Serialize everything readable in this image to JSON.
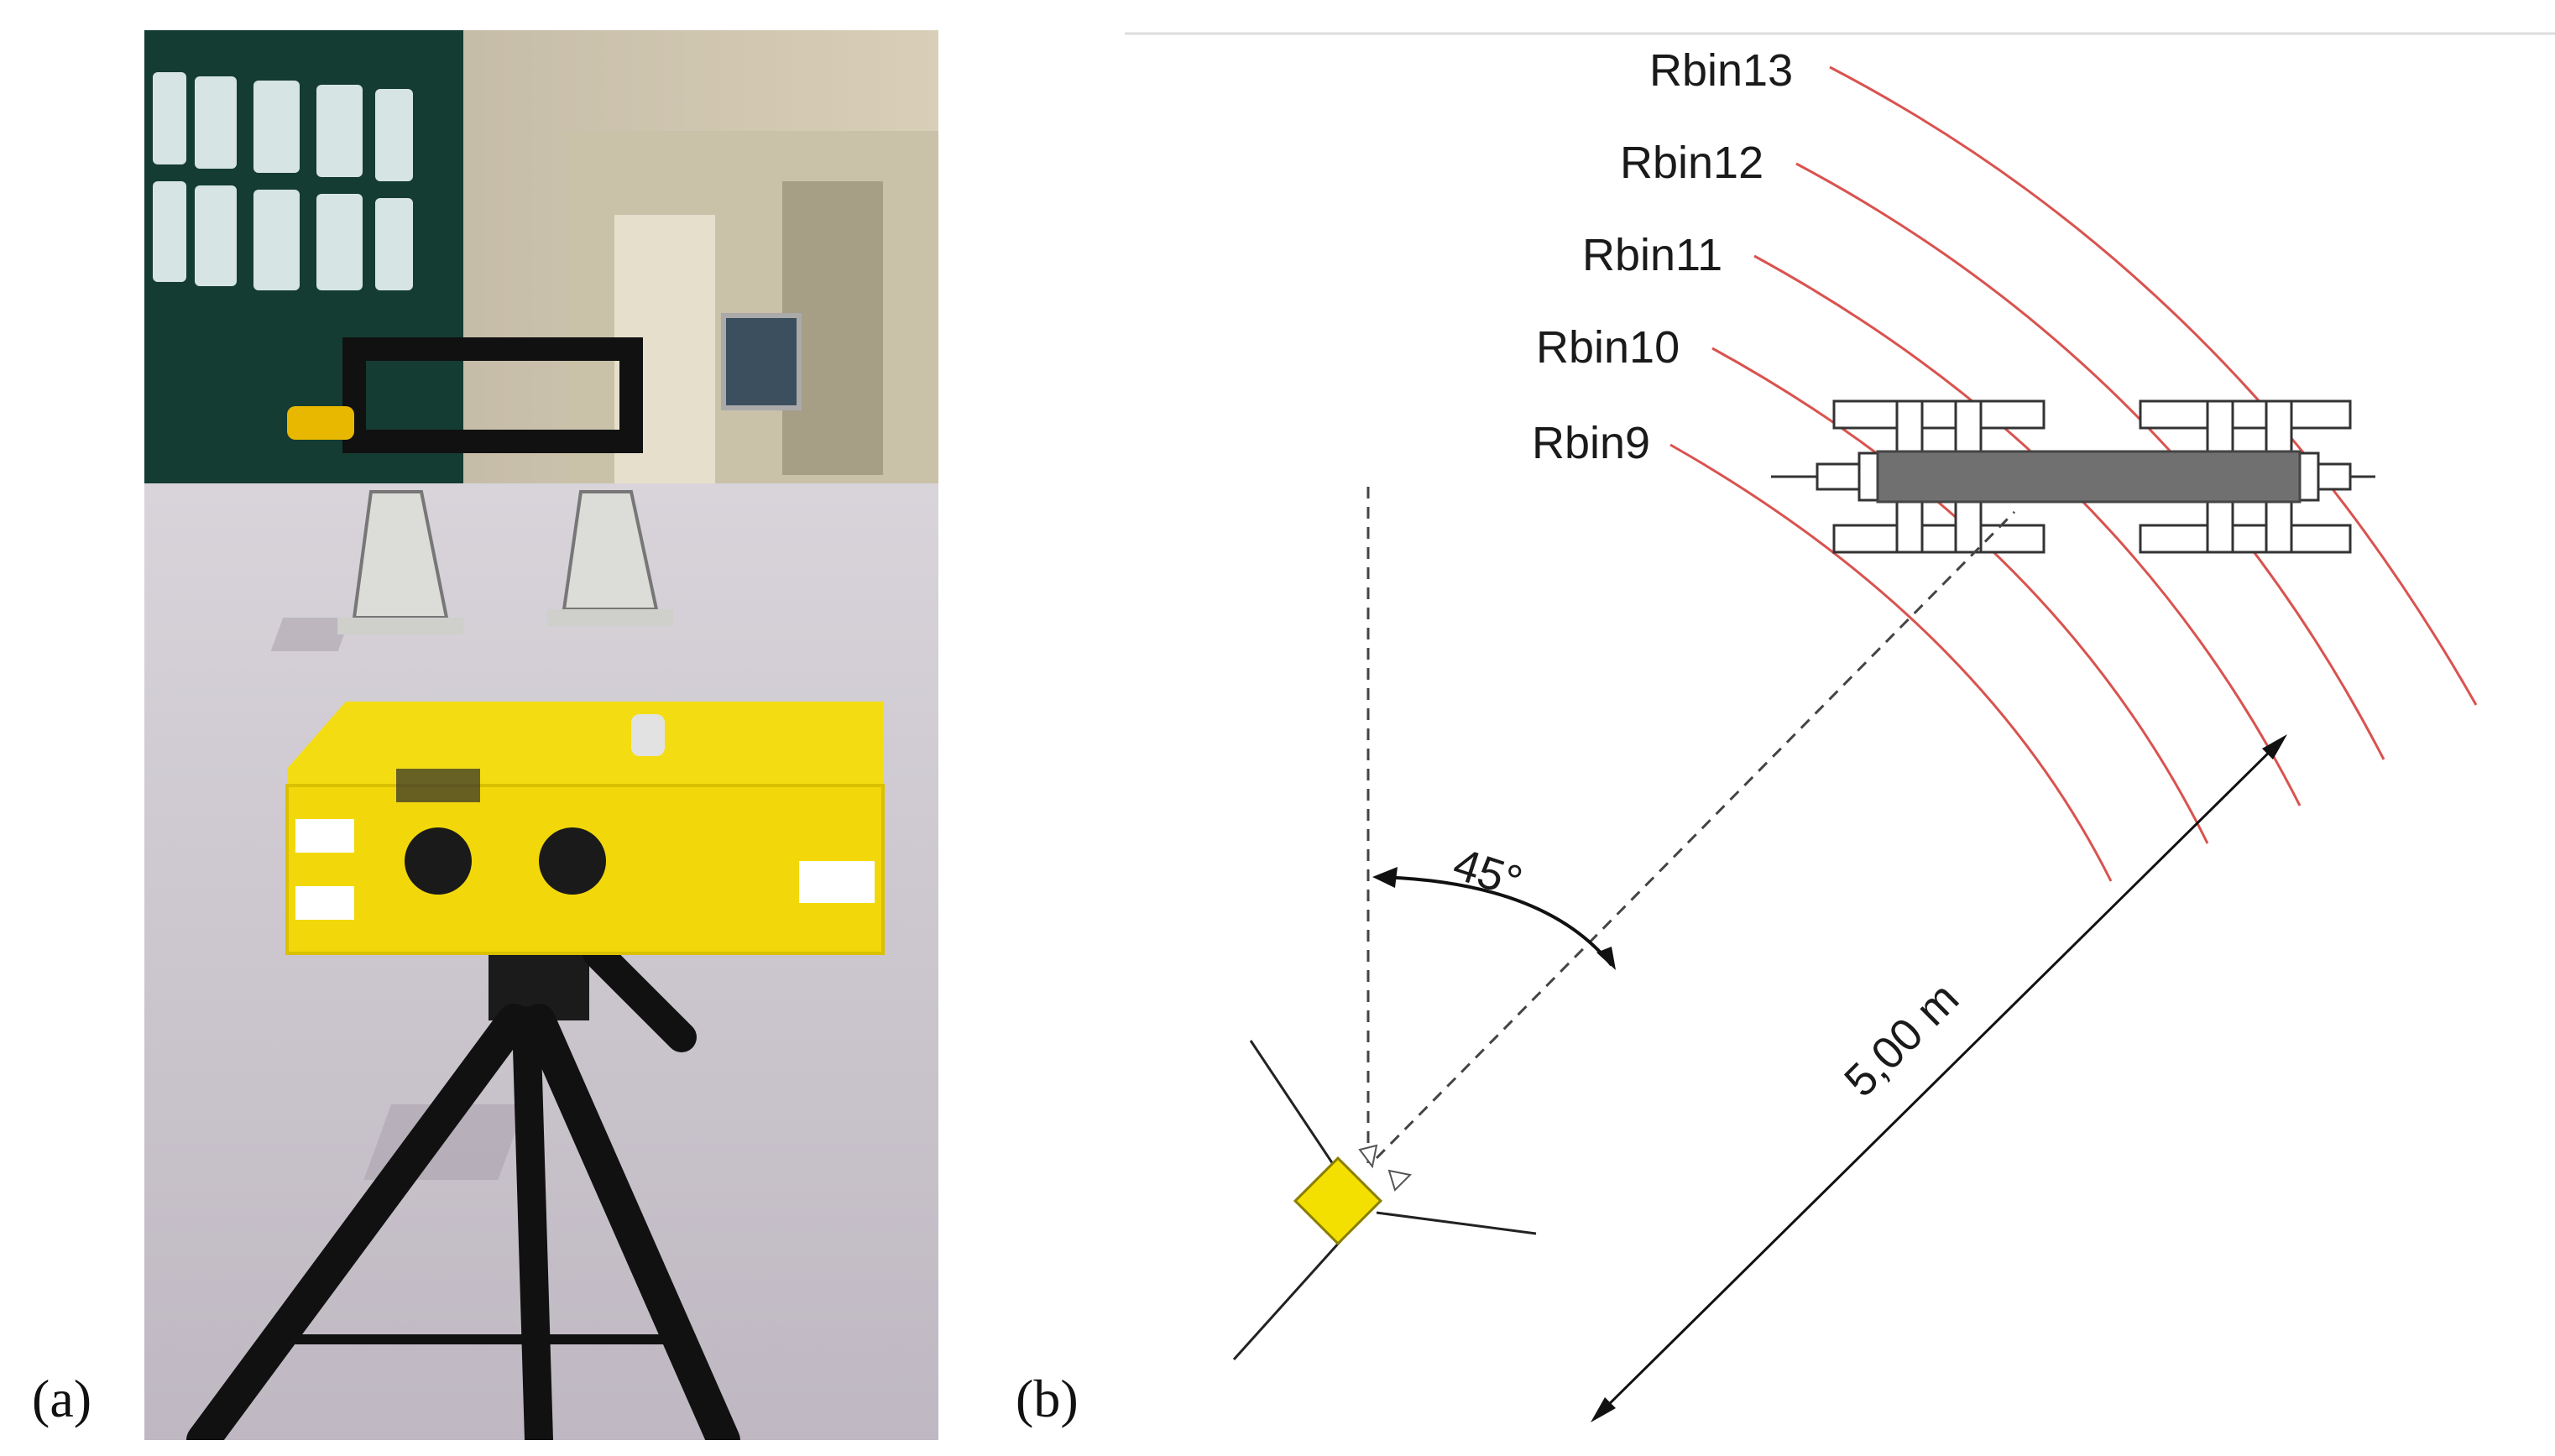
{
  "panels": {
    "a_label": "(a)",
    "b_label": "(b)"
  },
  "diagram": {
    "range_bins": [
      "Rbin13",
      "Rbin12",
      "Rbin11",
      "Rbin10",
      "Rbin9"
    ],
    "angle_label": "45°",
    "distance_label": "5,00 m"
  },
  "colors": {
    "radar": "#f4e000",
    "range_arc": "#d9534f",
    "beam": "#6b6b6b"
  }
}
